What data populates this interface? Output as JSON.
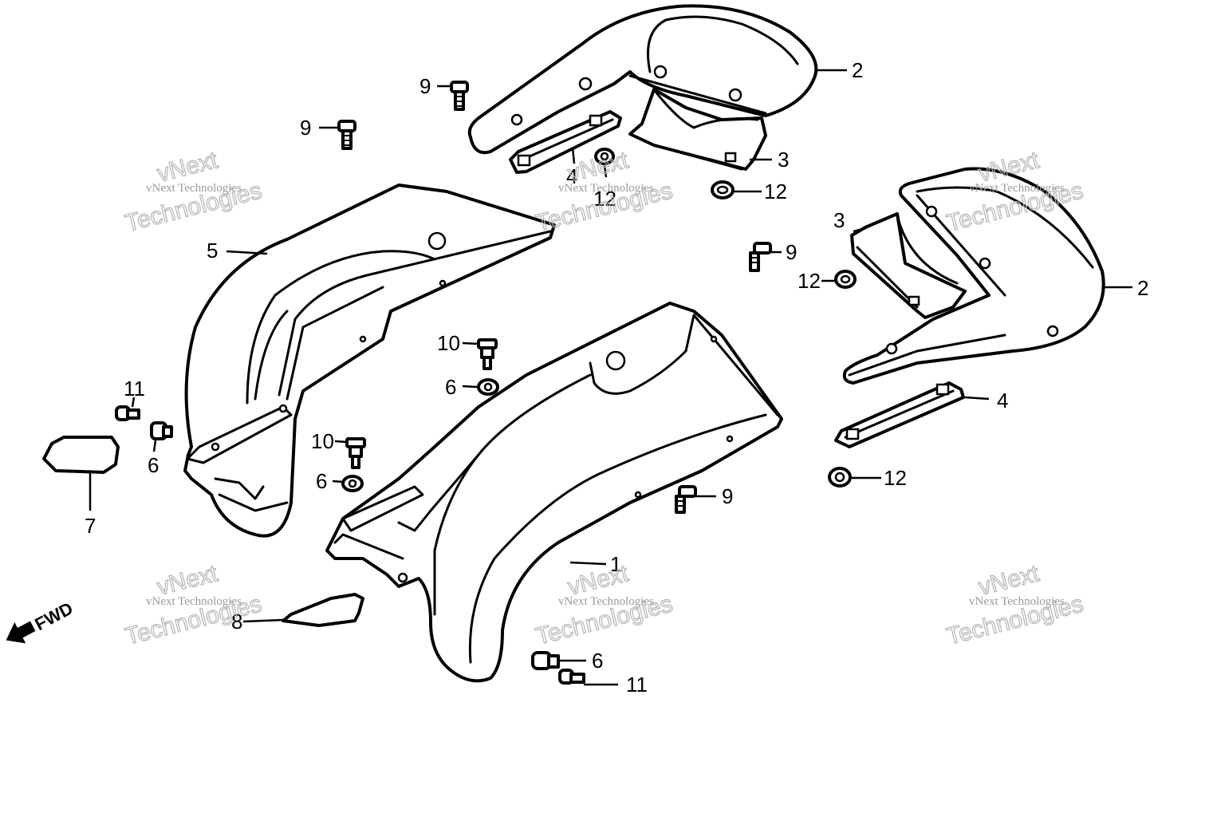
{
  "callouts": {
    "c1": "1",
    "c2a": "2",
    "c2b": "2",
    "c3a": "3",
    "c3b": "3",
    "c4a": "4",
    "c4b": "4",
    "c5": "5",
    "c6a": "6",
    "c6b": "6",
    "c6c": "6",
    "c6d": "6",
    "c7": "7",
    "c8": "8",
    "c9a": "9",
    "c9b": "9",
    "c9c": "9",
    "c9d": "9",
    "c10a": "10",
    "c10b": "10",
    "c11a": "11",
    "c11b": "11",
    "c12a": "12",
    "c12b": "12",
    "c12c": "12",
    "c12d": "12"
  },
  "direction": {
    "label": "FWD"
  },
  "watermark": {
    "line": "vNext Technologies",
    "word1": "vNext",
    "word2": "Technologies"
  }
}
